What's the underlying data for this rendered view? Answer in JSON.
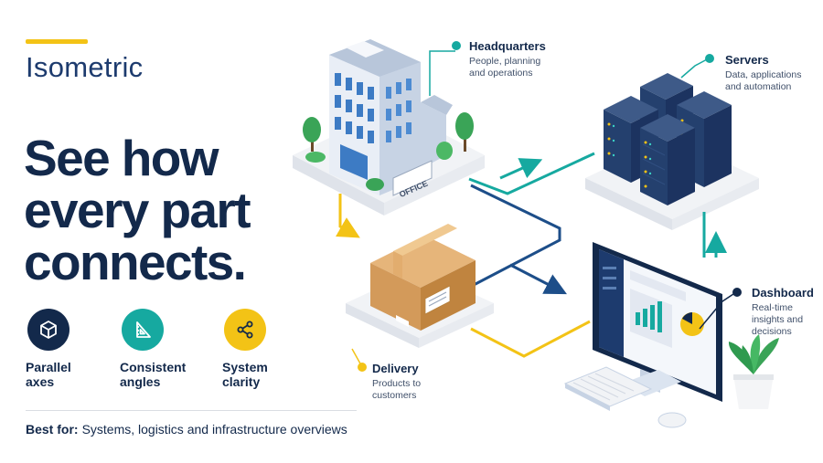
{
  "kicker": "Isometric",
  "headline": [
    "See how",
    "every part",
    "connects."
  ],
  "features": [
    {
      "label_1": "Parallel",
      "label_2": "axes",
      "icon": "cube-icon",
      "color": "#13294b"
    },
    {
      "label_1": "Consistent",
      "label_2": "angles",
      "icon": "triangle-ruler-icon",
      "color": "#16a9a0"
    },
    {
      "label_1": "System",
      "label_2": "clarity",
      "icon": "share-nodes-icon",
      "color": "#f3c316"
    }
  ],
  "best_for": {
    "label": "Best for:",
    "text": "Systems, logistics and infrastructure overviews"
  },
  "nodes": {
    "headquarters": {
      "title": "Headquarters",
      "desc": "People, planning and operations",
      "sign": "OFFICE"
    },
    "servers": {
      "title": "Servers",
      "desc": "Data, applications and automation"
    },
    "dashboard": {
      "title": "Dashboard",
      "desc": "Real-time insights and decisions"
    },
    "delivery": {
      "title": "Delivery",
      "desc": "Products to customers"
    }
  },
  "colors": {
    "navy": "#13294b",
    "teal": "#16a9a0",
    "yellow": "#f3c316",
    "blue": "#1d4e89"
  }
}
